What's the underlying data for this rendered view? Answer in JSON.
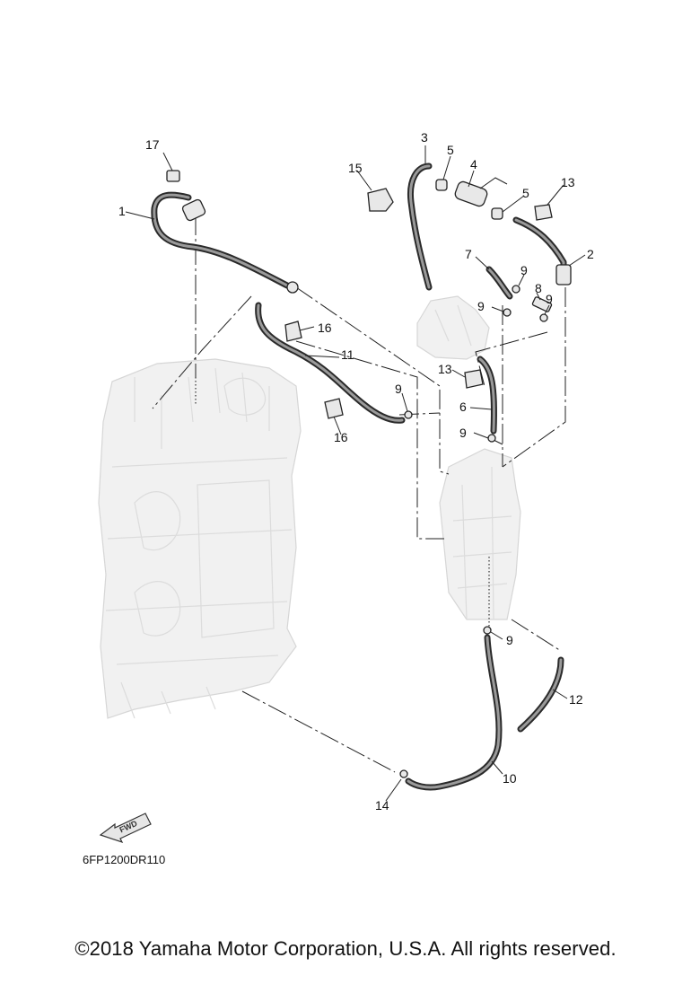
{
  "diagram": {
    "callouts": [
      "1",
      "2",
      "3",
      "4",
      "5",
      "5",
      "6",
      "7",
      "8",
      "9",
      "9",
      "9",
      "9",
      "9",
      "10",
      "11",
      "12",
      "13",
      "13",
      "14",
      "15",
      "16",
      "16",
      "17"
    ],
    "drawing_code": "6FP1200DR110",
    "fwd_label": "FWD"
  },
  "footer": {
    "copyright": "©2018 Yamaha Motor Corporation, U.S.A. All rights reserved."
  }
}
